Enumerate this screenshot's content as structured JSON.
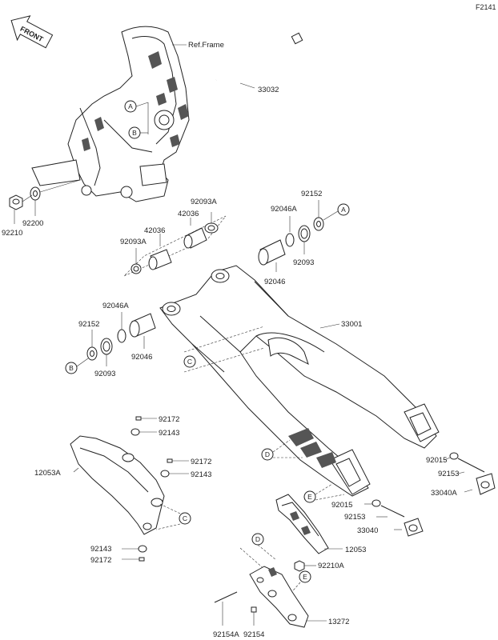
{
  "figure_code": "F2141",
  "front_label": "FRONT",
  "frame_reference": "Ref.Frame",
  "callouts": {
    "A": "A",
    "B": "B",
    "C": "C",
    "D": "D",
    "E": "E"
  },
  "parts": {
    "p33032": "33032",
    "p33001": "33001",
    "p92210": "92210",
    "p92200": "92200",
    "p92093A_top": "92093A",
    "p42036_top": "42036",
    "p42036": "42036",
    "p92093A": "92093A",
    "p92152_top": "92152",
    "p92046A_top": "92046A",
    "p92093_top": "92093",
    "p92046_top": "92046",
    "p92046A": "92046A",
    "p92152": "92152",
    "p92093": "92093",
    "p92046": "92046",
    "p92172_a": "92172",
    "p92143_a": "92143",
    "p12053A": "12053A",
    "p92172_b": "92172",
    "p92143_b": "92143",
    "p92143_c": "92143",
    "p92172_c": "92172",
    "p92015_a": "92015",
    "p92153_a": "92153",
    "p33040A": "33040A",
    "p92015_b": "92015",
    "p92153_b": "92153",
    "p33040": "33040",
    "p12053": "12053",
    "p92210A": "92210A",
    "p13272": "13272",
    "p92154A": "92154A",
    "p92154": "92154"
  }
}
